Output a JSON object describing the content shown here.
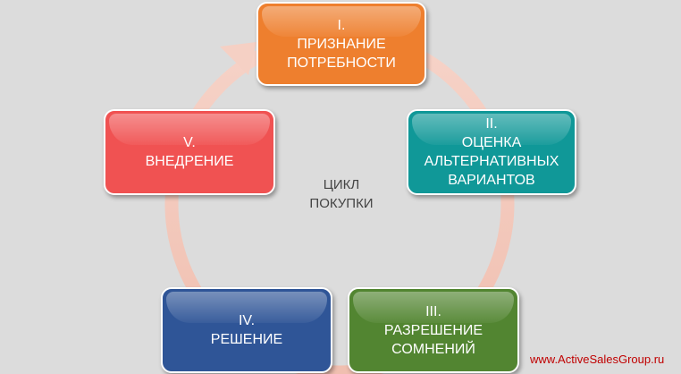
{
  "stages": [
    {
      "number": "I.",
      "lines": [
        "ПРИЗНАНИЕ",
        "ПОТРЕБНОСТИ"
      ],
      "color": "#ee7f2e"
    },
    {
      "number": "II.",
      "lines": [
        "ОЦЕНКА",
        "АЛЬТЕРНАТИВНЫХ",
        "ВАРИАНТОВ"
      ],
      "color": "#109898"
    },
    {
      "number": "III.",
      "lines": [
        "РАЗРЕШЕНИЕ",
        "СОМНЕНИЙ"
      ],
      "color": "#528531"
    },
    {
      "number": "IV.",
      "lines": [
        "РЕШЕНИЕ"
      ],
      "color": "#2f5597"
    },
    {
      "number": "V.",
      "lines": [
        "ВНЕДРЕНИЕ"
      ],
      "color": "#f05252"
    }
  ],
  "center": {
    "line1": "ЦИКЛ",
    "line2": "ПОКУПКИ"
  },
  "watermark": "www.ActiveSalesGroup.ru",
  "colors": {
    "background": "#dcdcdc",
    "cycle_arrow": "#f3c9bd"
  }
}
